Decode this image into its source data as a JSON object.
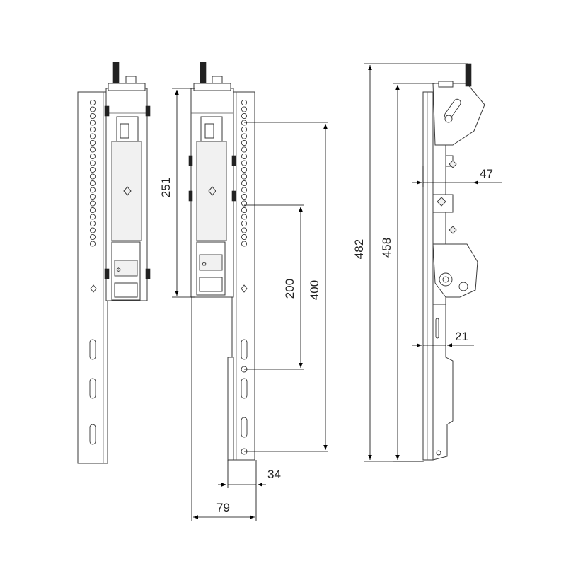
{
  "dimensions": {
    "front_height": "251",
    "hole_spacing_small": "200",
    "hole_spacing_large": "400",
    "depth_bottom": "34",
    "width_overall": "79",
    "side_height_total": "482",
    "side_height_inner": "458",
    "side_depth_top": "47",
    "side_depth_bottom": "21"
  },
  "colors": {
    "line": "#3a3a3a",
    "dimension": "#000000",
    "background": "#ffffff"
  }
}
